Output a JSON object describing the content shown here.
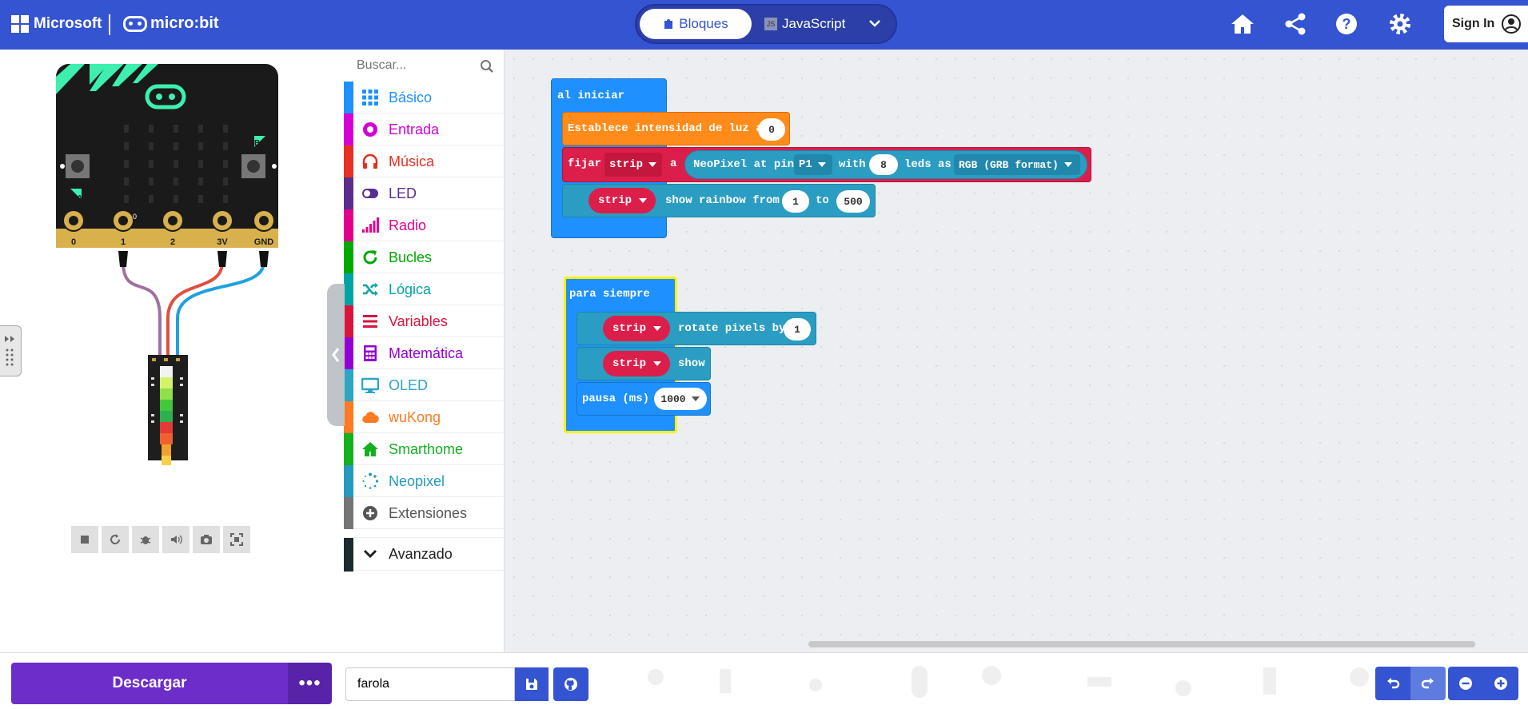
{
  "header": {
    "microsoft_label": "Microsoft",
    "microbit_label": "micro:bit",
    "mode_blocks_label": "Bloques",
    "mode_js_label": "JavaScript",
    "js_badge": "JS",
    "sign_in_label": "Sign In",
    "brand_color": "#3454d1"
  },
  "simulator": {
    "pins": [
      "0",
      "1",
      "2",
      "3V",
      "GND"
    ],
    "pin1_value": "0",
    "button_a": "A",
    "button_b": "B",
    "toolbar": [
      "stop-icon",
      "restart-icon",
      "debug-icon",
      "sound-icon",
      "screenshot-icon",
      "fullscreen-icon"
    ]
  },
  "toolbox": {
    "search_placeholder": "Buscar...",
    "categories": [
      {
        "label": "Básico",
        "color": "#1e90ff",
        "icon": "grid-icon"
      },
      {
        "label": "Entrada",
        "color": "#d400d4",
        "icon": "input-icon"
      },
      {
        "label": "Música",
        "color": "#e63022",
        "icon": "headphones-icon"
      },
      {
        "label": "LED",
        "color": "#5c2d91",
        "icon": "toggle-icon"
      },
      {
        "label": "Radio",
        "color": "#e3008c",
        "icon": "signal-icon"
      },
      {
        "label": "Bucles",
        "color": "#00aa00",
        "icon": "loop-icon"
      },
      {
        "label": "Lógica",
        "color": "#00a4a6",
        "icon": "shuffle-icon"
      },
      {
        "label": "Variables",
        "color": "#dc143c",
        "icon": "list-icon"
      },
      {
        "label": "Matemática",
        "color": "#9400d3",
        "icon": "calculator-icon"
      },
      {
        "label": "OLED",
        "color": "#2ba6c4",
        "icon": "monitor-icon"
      },
      {
        "label": "wuKong",
        "color": "#ff7a22",
        "icon": "cloud-icon"
      },
      {
        "label": "Smarthome",
        "color": "#15b020",
        "icon": "house-icon"
      },
      {
        "label": "Neopixel",
        "color": "#2699bf",
        "icon": "dots-circle-icon"
      },
      {
        "label": "Extensiones",
        "color": "#757575",
        "icon": "plus-circle-icon"
      }
    ],
    "advanced_label": "Avanzado"
  },
  "workspace": {
    "on_start": {
      "hat": "al iniciar",
      "brightness_label": "Establece intensidad de luz a",
      "brightness_value": "0",
      "set_label": "fijar",
      "strip_var": "strip",
      "a_label": "a",
      "neopixel_label": "NeoPixel at pin",
      "pin_value": "P1",
      "with_label": "with",
      "leds_count": "8",
      "leds_as_label": "leds as",
      "mode_value": "RGB (GRB format)",
      "rainbow_label": "show rainbow from",
      "rainbow_from": "1",
      "to_label": "to",
      "rainbow_to": "500"
    },
    "forever": {
      "hat": "para siempre",
      "rotate_label": "rotate pixels by",
      "rotate_value": "1",
      "show_label": "show",
      "pause_label": "pausa (ms)",
      "pause_value": "1000"
    }
  },
  "footer": {
    "download_label": "Descargar",
    "more_label": "•••",
    "project_name": "farola"
  }
}
